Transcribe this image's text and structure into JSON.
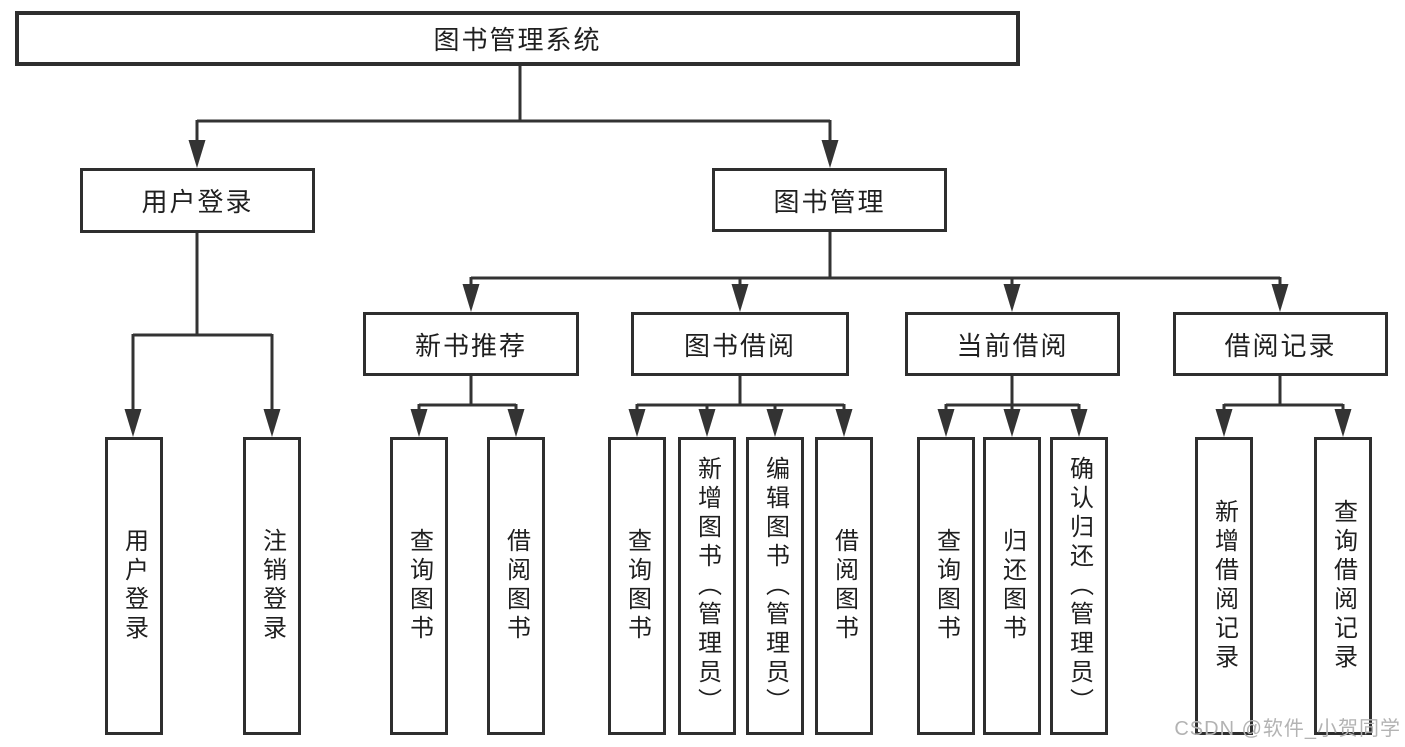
{
  "diagram_type": "hierarchy-tree",
  "tree": {
    "label": "图书管理系统",
    "children": [
      {
        "label": "用户登录",
        "children": [
          {
            "label": "用户登录"
          },
          {
            "label": "注销登录"
          }
        ]
      },
      {
        "label": "图书管理",
        "children": [
          {
            "label": "新书推荐",
            "children": [
              {
                "label": "查询图书"
              },
              {
                "label": "借阅图书"
              }
            ]
          },
          {
            "label": "图书借阅",
            "children": [
              {
                "label": "查询图书"
              },
              {
                "label": "新增图书（管理员）"
              },
              {
                "label": "编辑图书（管理员）"
              },
              {
                "label": "借阅图书"
              }
            ]
          },
          {
            "label": "当前借阅",
            "children": [
              {
                "label": "查询图书"
              },
              {
                "label": "归还图书"
              },
              {
                "label": "确认归还（管理员）"
              }
            ]
          },
          {
            "label": "借阅记录",
            "children": [
              {
                "label": "新增借阅记录"
              },
              {
                "label": "查询借阅记录"
              }
            ]
          }
        ]
      }
    ]
  },
  "watermark": {
    "text": "CSDN @软件_小贺同学"
  },
  "colors": {
    "line": "#333333",
    "box_border": "#2e2e2e",
    "text": "#1f1f1f",
    "background": "#ffffff",
    "watermark": "#b3b3b3"
  }
}
